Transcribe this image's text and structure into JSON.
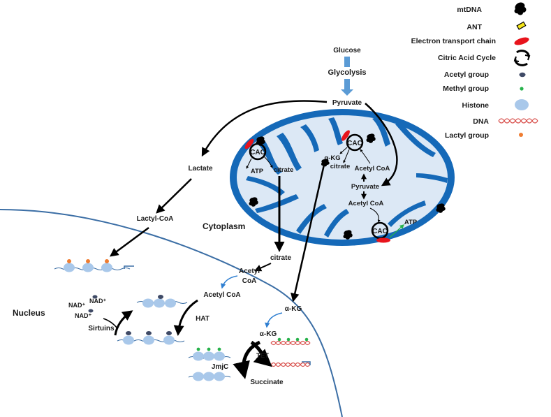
{
  "legend": {
    "mtdna": "mtDNA",
    "ant": "ANT",
    "etc": "Electron transport chain",
    "cac": "Citric Acid Cycle",
    "acetyl": "Acetyl group",
    "methyl": "Methyl group",
    "histone": "Histone",
    "dna": "DNA",
    "lactyl": "Lactyl group"
  },
  "labels": {
    "glucose": "Glucose",
    "glycolysis": "Glycolysis",
    "pyruvate_top": "Pyruvate",
    "lactate": "Lactate",
    "lactyl_coa": "Lactyl-CoA",
    "cytoplasm": "Cytoplasm",
    "nucleus": "Nucleus",
    "cac_1": "CAC",
    "cac_2": "CAC",
    "cac_3": "CAC",
    "atp_1": "ATP",
    "atp_2": "ATP",
    "citrate_mito_1": "citrate",
    "citrate_mito_2": "citrate",
    "akg_mito": "α-KG",
    "acetyl_coa_mito_1": "Acetyl CoA",
    "pyruvate_mito": "Pyruvate",
    "acetyl_coa_mito_2": "Acetyl CoA",
    "citrate_cyto": "citrate",
    "acetyl_cyto_1": "Acetyl",
    "acetyl_cyto_2": "CoA",
    "acetyl_coa_nuc": "Acetyl CoA",
    "hat": "HAT",
    "nad_1": "NAD⁺",
    "nad_2": "NAD⁺",
    "nad_3": "NAD⁺",
    "sirtuins": "Sirtuins",
    "akg_cyto": "α-KG",
    "akg_nuc": "α-KG",
    "tet": "TET",
    "jmjc": "JmjC",
    "succinate": "Succinate"
  },
  "colors": {
    "mito_outer": "#1569b8",
    "mito_inner": "#dce8f5",
    "etc_red": "#e8141c",
    "acetyl_navy": "#3f4a66",
    "methyl_green": "#27b24b",
    "histone_blue": "#a9c8ea",
    "lactyl_orange": "#ef7d32",
    "dna_red": "#d9534f",
    "membrane": "#3b6ea5",
    "arrow_blue": "#2f7fd1",
    "ant_yellow": "#f5e61a"
  }
}
